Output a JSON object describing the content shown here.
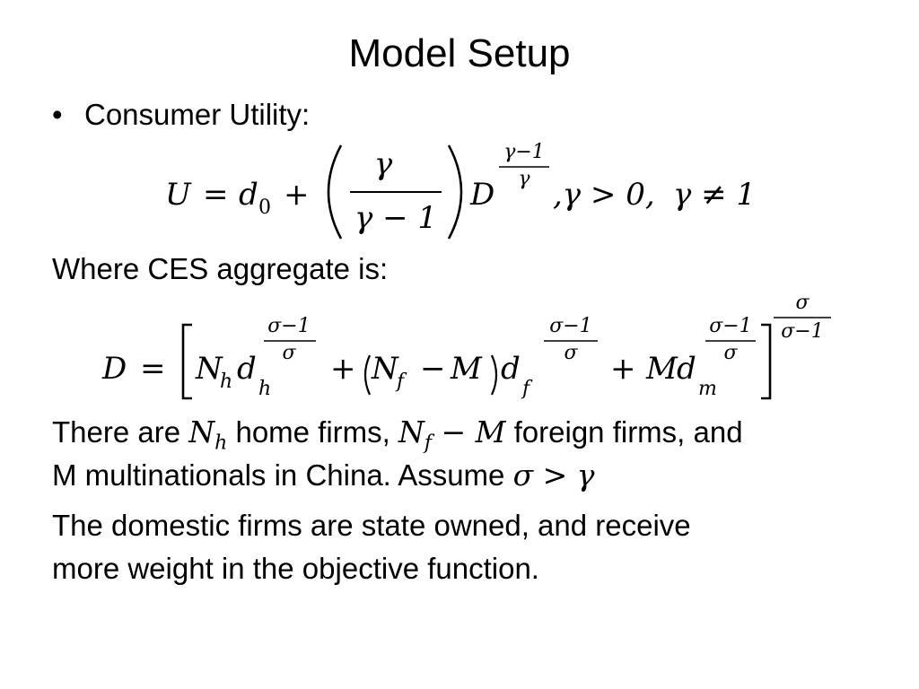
{
  "slide": {
    "title": "Model Setup",
    "bullet_glyph": "•",
    "consumer_utility_label": "Consumer Utility:",
    "ces_intro": "Where CES aggregate is:",
    "para1_a": "There are ",
    "para1_b": " home firms, ",
    "para1_c": " foreign firms, and",
    "para1_line2": "M multinationals in China.  Assume ",
    "para2_line1": "The domestic firms are state owned, and receive",
    "para2_line2": "more weight in the objective function."
  },
  "equations": {
    "utility": {
      "U": "U",
      "equals": "=",
      "d": "d",
      "zero_sub": "0",
      "plus": "+",
      "gamma": "γ",
      "denominator": "γ − 1",
      "D": "D",
      "exp_num": "γ−1",
      "exp_den": "γ",
      "condition1": ",γ > 0,",
      "condition2": "γ ≠ 1"
    },
    "ces": {
      "D": "D",
      "equals": "=",
      "N": "N",
      "h": "h",
      "d": "d",
      "f": "f",
      "m": "m",
      "M": "M",
      "plus": "+",
      "minus": "−",
      "exp_num": "σ−1",
      "exp_den": "σ",
      "outer_num": "σ",
      "outer_den": "σ−1"
    }
  },
  "inline_math": {
    "Nh_N": "N",
    "Nh_sub": "h",
    "Nf_N": "N",
    "Nf_sub": "f",
    "minus_M": " − M",
    "sigma_gt_gamma": "σ > γ"
  }
}
